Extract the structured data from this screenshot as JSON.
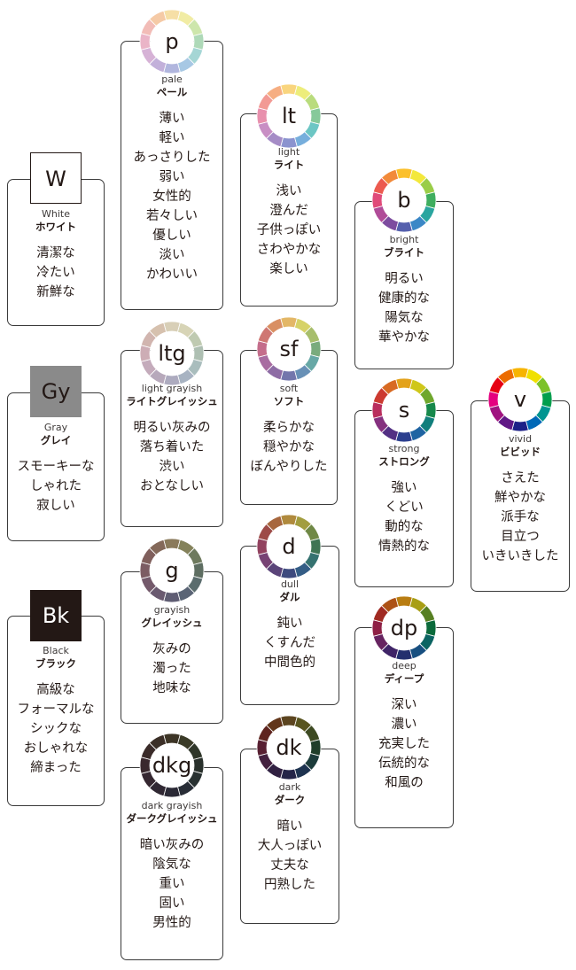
{
  "tones": [
    {
      "id": "W",
      "code": "W",
      "en": "White",
      "ja": "ホワイト",
      "keywords": [
        "清潔な",
        "冷たい",
        "新鮮な"
      ],
      "swatch": "#ffffff"
    },
    {
      "id": "Gy",
      "code": "Gy",
      "en": "Gray",
      "ja": "グレイ",
      "keywords": [
        "スモーキーな",
        "しゃれた",
        "寂しい"
      ],
      "swatch": "#8a8a8a"
    },
    {
      "id": "Bk",
      "code": "Bk",
      "en": "Black",
      "ja": "ブラック",
      "keywords": [
        "高級な",
        "フォーマルな",
        "シックな",
        "おしゃれな",
        "締まった"
      ],
      "swatch": "#231815"
    },
    {
      "id": "p",
      "code": "p",
      "en": "pale",
      "ja": "ペール",
      "keywords": [
        "薄い",
        "軽い",
        "あっさりした",
        "弱い",
        "女性的",
        "若々しい",
        "優しい",
        "淡い",
        "かわいい"
      ],
      "colors": [
        "#f6dfa6",
        "#f1eca4",
        "#cde6ac",
        "#aed9b8",
        "#a5d6d5",
        "#a7c8e4",
        "#b1b6de",
        "#c2b0da",
        "#d6b2d6",
        "#eab4c7",
        "#f2bcb7",
        "#f5caa6"
      ]
    },
    {
      "id": "lt",
      "code": "lt",
      "en": "light",
      "ja": "ライト",
      "keywords": [
        "浅い",
        "澄んだ",
        "子供っぽい",
        "さわやかな",
        "楽しい"
      ],
      "colors": [
        "#f9d57e",
        "#eded7b",
        "#b9dc7d",
        "#86c99a",
        "#6cc6c4",
        "#76aedc",
        "#8b93cf",
        "#a58cc6",
        "#c88ec4",
        "#e890ad",
        "#f29a94",
        "#f6ae82"
      ]
    },
    {
      "id": "b",
      "code": "b",
      "en": "bright",
      "ja": "ブライト",
      "keywords": [
        "明るい",
        "健康的な",
        "陽気な",
        "華やかな"
      ],
      "colors": [
        "#fbc02d",
        "#f3e83b",
        "#9acd48",
        "#3fae5f",
        "#2aa59f",
        "#3b87c6",
        "#5560ad",
        "#7d4c9f",
        "#b04b98",
        "#e04a79",
        "#ec5a4f",
        "#f28a3a"
      ]
    },
    {
      "id": "ltg",
      "code": "ltg",
      "en": "light grayish",
      "ja": "ライトグレイッシュ",
      "keywords": [
        "明るい灰みの",
        "落ち着いた",
        "渋い",
        "おとなしい"
      ],
      "colors": [
        "#d8cfb7",
        "#d7d4b6",
        "#bfcab1",
        "#aebfb2",
        "#a9bdbd",
        "#a8b3c2",
        "#adabbf",
        "#b7a9bb",
        "#c4abbb",
        "#cdadb5",
        "#d1b5af",
        "#d6c1ae"
      ]
    },
    {
      "id": "sf",
      "code": "sf",
      "en": "soft",
      "ja": "ソフト",
      "keywords": [
        "柔らかな",
        "穏やかな",
        "ぼんやりした"
      ],
      "colors": [
        "#e3b766",
        "#d6d267",
        "#a7be6c",
        "#79ab7d",
        "#67a8a6",
        "#6890b6",
        "#7376ac",
        "#8e6ca5",
        "#a86ca1",
        "#c46d8b",
        "#cf7773",
        "#d98f63"
      ]
    },
    {
      "id": "s",
      "code": "s",
      "en": "strong",
      "ja": "ストロング",
      "keywords": [
        "強い",
        "くどい",
        "動的な",
        "情熱的な"
      ],
      "colors": [
        "#e3a21b",
        "#cfc71a",
        "#6fa72d",
        "#16884b",
        "#117f7c",
        "#1f64a2",
        "#2c3f8e",
        "#533084",
        "#85307f",
        "#b92d5d",
        "#cc3a30",
        "#d86a22"
      ]
    },
    {
      "id": "v",
      "code": "v",
      "en": "vivid",
      "ja": "ビビッド",
      "keywords": [
        "さえた",
        "鮮やかな",
        "派手な",
        "目立つ",
        "いきいきした"
      ],
      "colors": [
        "#f7b400",
        "#f0e000",
        "#7cc22a",
        "#009e4d",
        "#009591",
        "#0068b7",
        "#1d2088",
        "#601986",
        "#a0137f",
        "#e4007f",
        "#e60012",
        "#ec6c00"
      ]
    },
    {
      "id": "g",
      "code": "g",
      "en": "grayish",
      "ja": "グレイッシュ",
      "keywords": [
        "灰みの",
        "濁った",
        "地味な"
      ],
      "colors": [
        "#8a7a5b",
        "#84825b",
        "#6e7a5e",
        "#5e6e62",
        "#5a6c6d",
        "#5a6475",
        "#5f5d73",
        "#6a5a70",
        "#745a6b",
        "#7c5c63",
        "#805f5c",
        "#84695a"
      ]
    },
    {
      "id": "d",
      "code": "d",
      "en": "dull",
      "ja": "ダル",
      "keywords": [
        "鈍い",
        "くすんだ",
        "中間色的"
      ],
      "colors": [
        "#b08a3d",
        "#a29d3f",
        "#6f8845",
        "#3f7453",
        "#357270",
        "#345d86",
        "#3d4a7e",
        "#5a4479",
        "#774374",
        "#92425f",
        "#9d4b47",
        "#a7673e"
      ]
    },
    {
      "id": "dp",
      "code": "dp",
      "en": "deep",
      "ja": "ディープ",
      "keywords": [
        "深い",
        "濃い",
        "充実した",
        "伝統的な",
        "和風の"
      ],
      "colors": [
        "#b97d12",
        "#a89e14",
        "#577f22",
        "#0b6a3b",
        "#0b6462",
        "#174f80",
        "#232f6e",
        "#3f2467",
        "#662360",
        "#8e2045",
        "#a02a22",
        "#ad5216"
      ]
    },
    {
      "id": "dkg",
      "code": "dkg",
      "en": "dark grayish",
      "ja": "ダークグレイッシュ",
      "keywords": [
        "暗い灰みの",
        "陰気な",
        "重い",
        "固い",
        "男性的"
      ],
      "colors": [
        "#3d3526",
        "#3a3a27",
        "#2f3629",
        "#29312c",
        "#283131",
        "#282d36",
        "#2b2a36",
        "#302833",
        "#352730",
        "#39282d",
        "#3a2b29",
        "#3b2f27"
      ]
    },
    {
      "id": "dk",
      "code": "dk",
      "en": "dark",
      "ja": "ダーク",
      "keywords": [
        "暗い",
        "大人っぽい",
        "丈夫な",
        "円熟した"
      ],
      "colors": [
        "#5c4520",
        "#58541f",
        "#3d4a22",
        "#1f3e2a",
        "#1c3c3b",
        "#1e3350",
        "#242548",
        "#312142",
        "#43203e",
        "#571f31",
        "#5f2520",
        "#62361a"
      ]
    }
  ]
}
